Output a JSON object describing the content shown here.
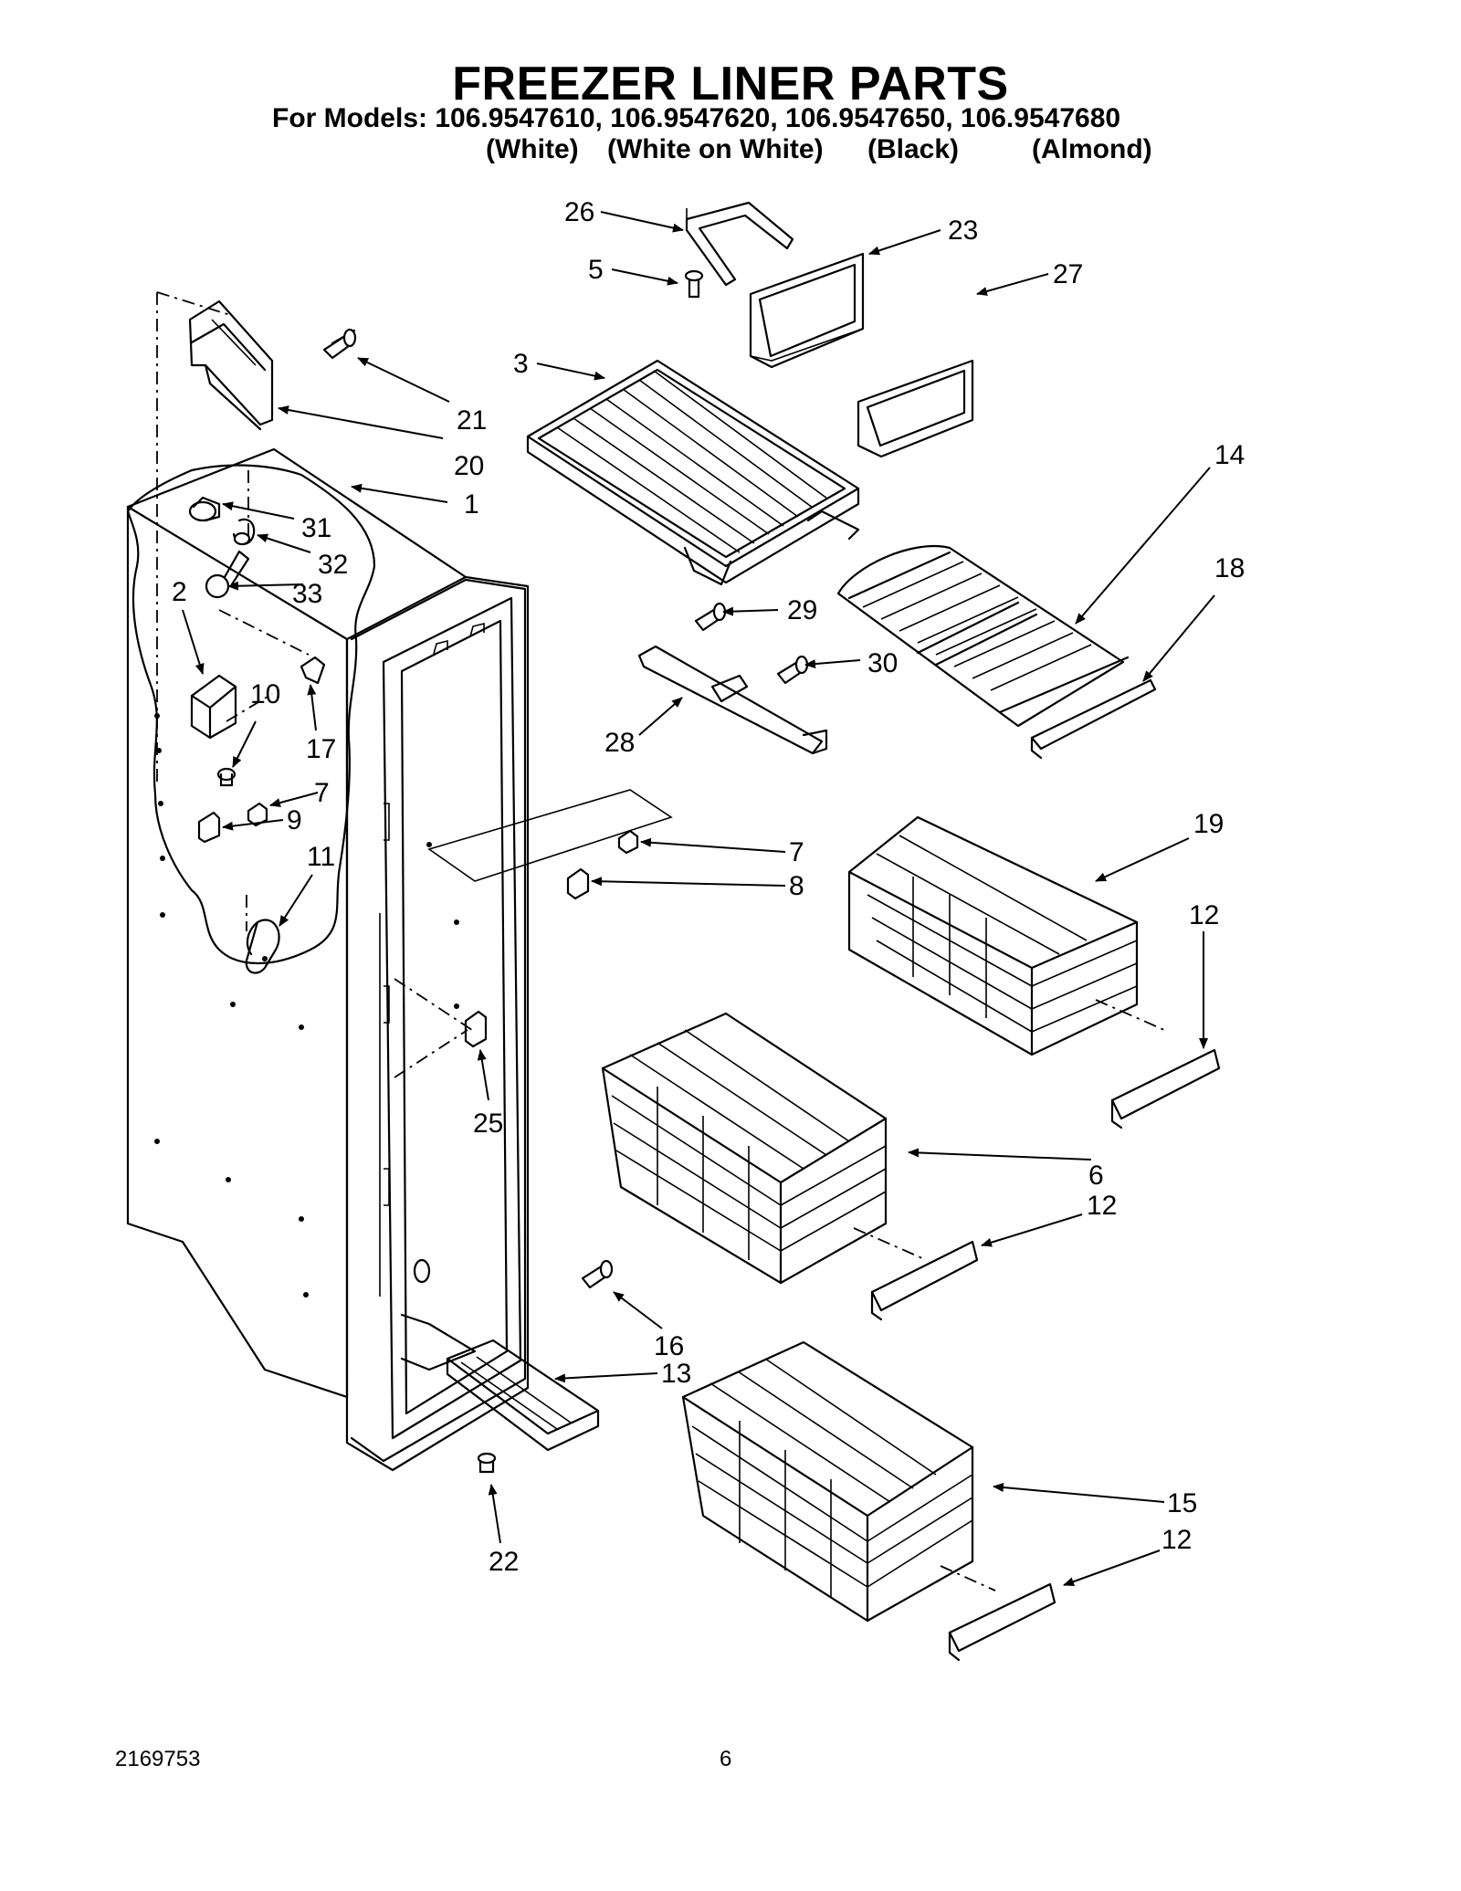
{
  "header": {
    "title": "FREEZER LINER PARTS",
    "models_line": "For Models: 106.9547610, 106.9547620, 106.9547650, 106.9547680",
    "variants": [
      "(White)",
      "(White on White)",
      "(Black)",
      "(Almond)"
    ]
  },
  "footer": {
    "doc_number": "2169753",
    "page_number": "6"
  },
  "callouts": [
    {
      "id": "c26",
      "label": "26"
    },
    {
      "id": "c23",
      "label": "23"
    },
    {
      "id": "c5",
      "label": "5"
    },
    {
      "id": "c27",
      "label": "27"
    },
    {
      "id": "c3",
      "label": "3"
    },
    {
      "id": "c21",
      "label": "21"
    },
    {
      "id": "c20",
      "label": "20"
    },
    {
      "id": "c1",
      "label": "1"
    },
    {
      "id": "c14",
      "label": "14"
    },
    {
      "id": "c31",
      "label": "31"
    },
    {
      "id": "c32",
      "label": "32"
    },
    {
      "id": "c33",
      "label": "33"
    },
    {
      "id": "c2",
      "label": "2"
    },
    {
      "id": "c18",
      "label": "18"
    },
    {
      "id": "c29",
      "label": "29"
    },
    {
      "id": "c30",
      "label": "30"
    },
    {
      "id": "c10",
      "label": "10"
    },
    {
      "id": "c17",
      "label": "17"
    },
    {
      "id": "c28",
      "label": "28"
    },
    {
      "id": "c7a",
      "label": "7"
    },
    {
      "id": "c9",
      "label": "9"
    },
    {
      "id": "c19",
      "label": "19"
    },
    {
      "id": "c7b",
      "label": "7"
    },
    {
      "id": "c8",
      "label": "8"
    },
    {
      "id": "c11",
      "label": "11"
    },
    {
      "id": "c12a",
      "label": "12"
    },
    {
      "id": "c25",
      "label": "25"
    },
    {
      "id": "c6",
      "label": "6"
    },
    {
      "id": "c12b",
      "label": "12"
    },
    {
      "id": "c16",
      "label": "16"
    },
    {
      "id": "c13",
      "label": "13"
    },
    {
      "id": "c15",
      "label": "15"
    },
    {
      "id": "c12c",
      "label": "12"
    },
    {
      "id": "c22",
      "label": "22"
    }
  ]
}
